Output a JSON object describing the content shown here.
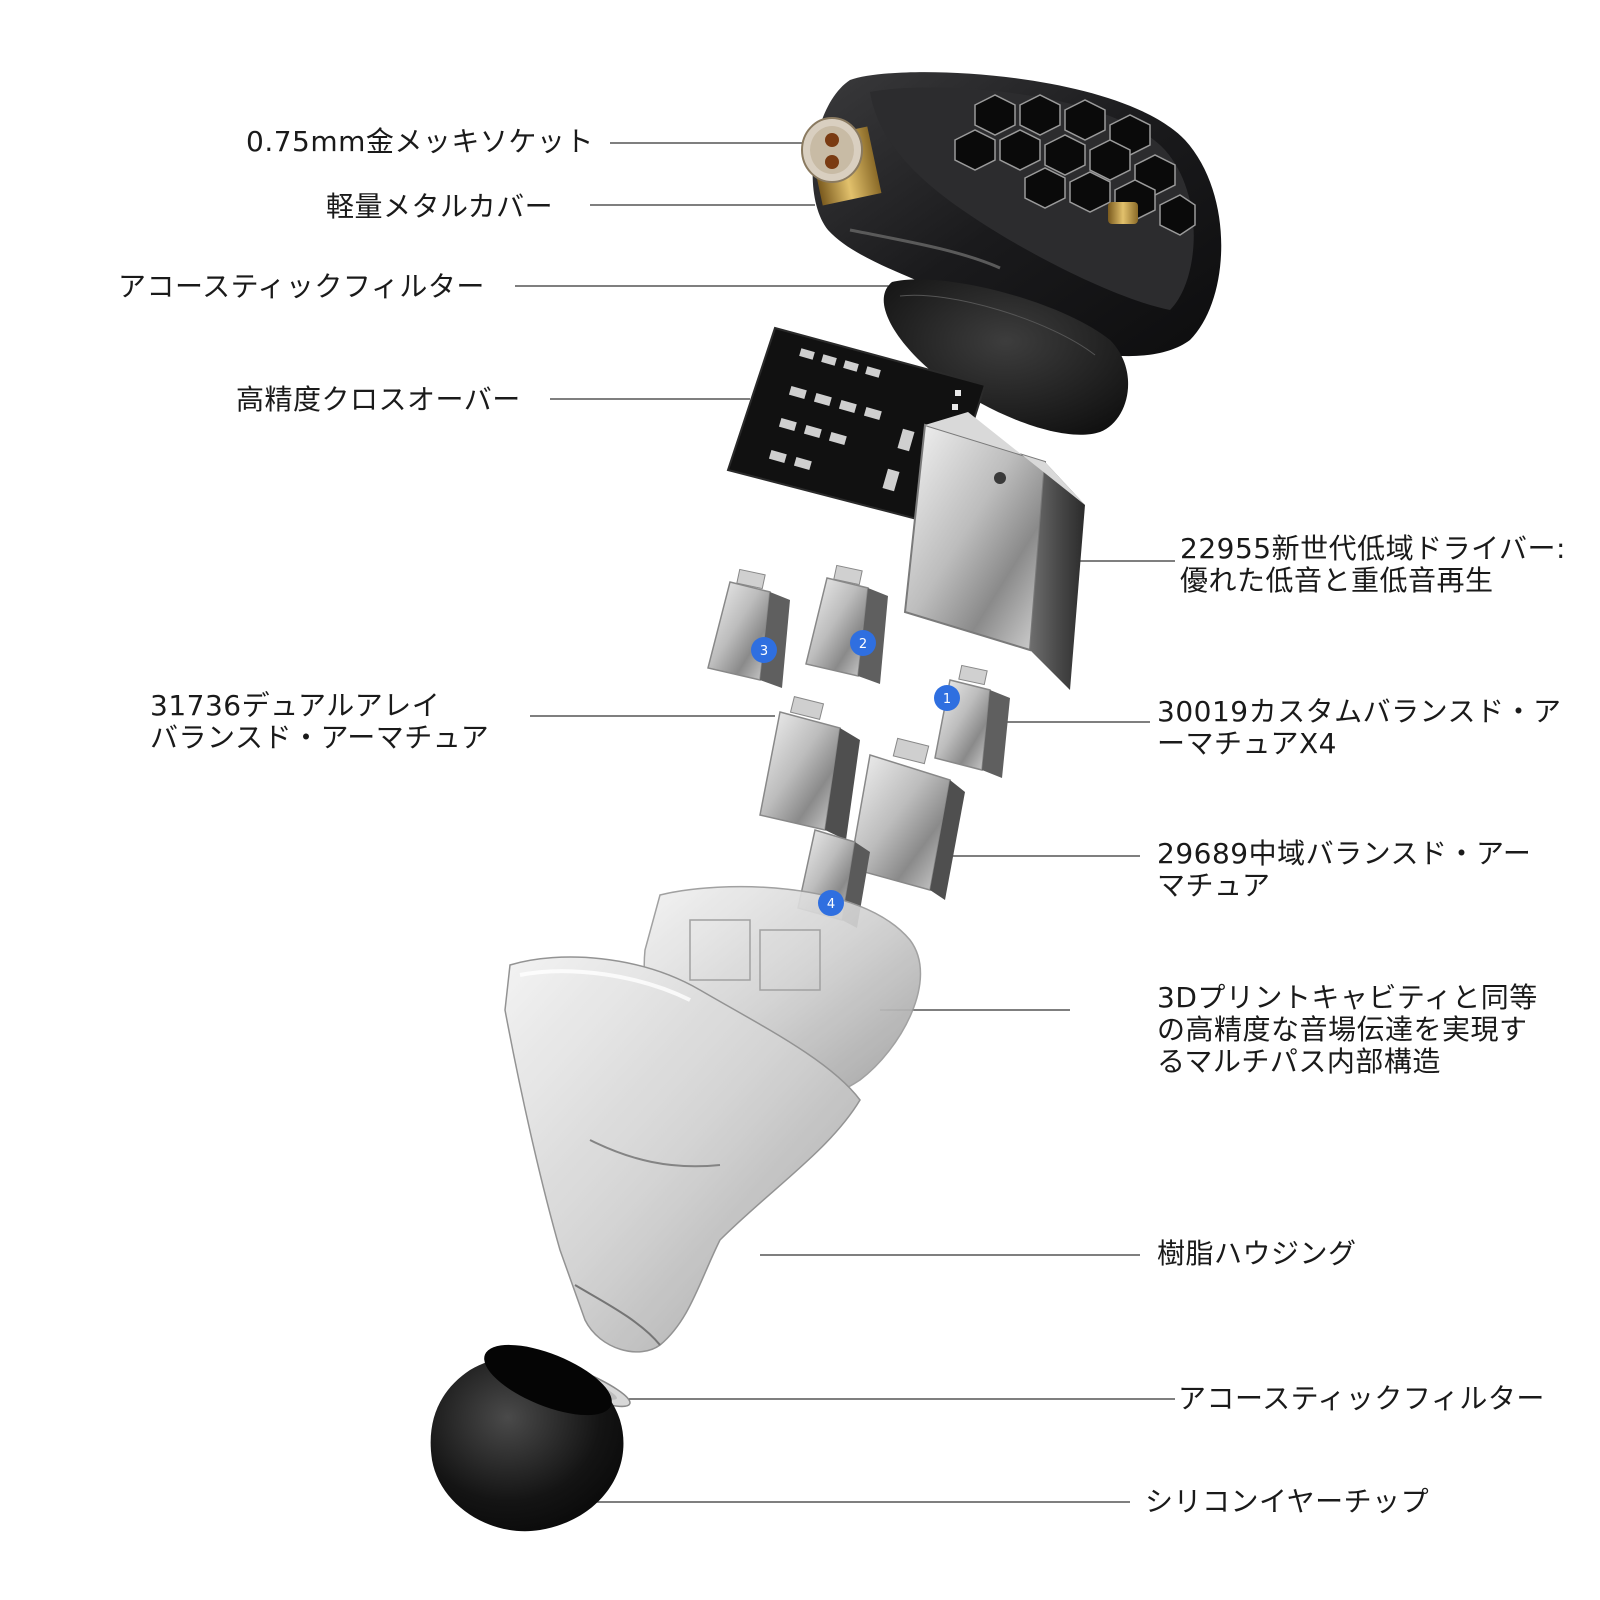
{
  "labels": {
    "socket": "0.75mm金メッキソケット",
    "metal_cover": "軽量メタルカバー",
    "acoustic_filter_top": "アコースティックフィルター",
    "crossover": "高精度クロスオーバー",
    "bass_driver": [
      "22955新世代低域ドライバー:",
      "優れた低音と重低音再生"
    ],
    "dual_array": [
      "31736デュアルアレイ",
      "バランスド・アーマチュア"
    ],
    "custom_ba": [
      "30019カスタムバランスド・ア",
      "ーマチュアX4"
    ],
    "mid_ba": [
      "29689中域バランスド・アー",
      "マチュア"
    ],
    "cavity": [
      "3Dプリントキャビティと同等",
      "の高精度な音場伝達を実現す",
      "るマルチパス内部構造"
    ],
    "housing": "樹脂ハウジング",
    "acoustic_filter_bottom": "アコースティックフィルター",
    "eartip": "シリコンイヤーチップ"
  },
  "badges": [
    "3",
    "2",
    "1",
    "4"
  ],
  "colors": {
    "badge": "#2f6fe0",
    "leader_line": "#333333",
    "shell_dark": "#1c1c1e",
    "gold": "#c8a24a"
  }
}
